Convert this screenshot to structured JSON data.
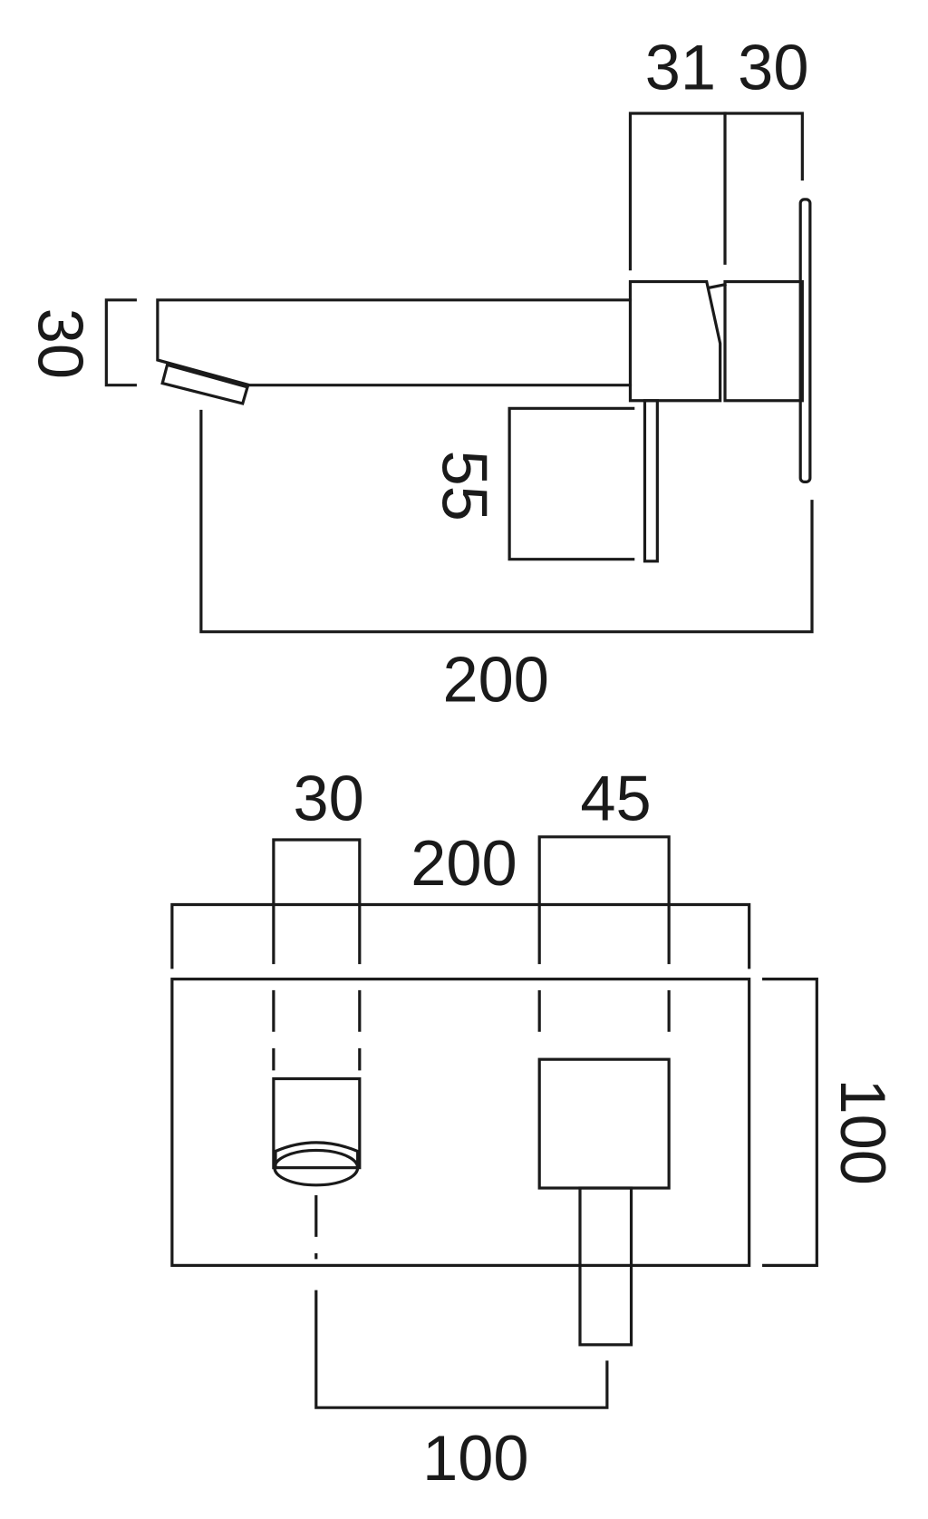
{
  "side_view": {
    "dim_handle_depth": "31",
    "dim_body_depth": "30",
    "dim_spout_height": "30",
    "dim_lever_length": "55",
    "dim_projection": "200"
  },
  "front_view": {
    "dim_spout_width": "30",
    "dim_handle_width": "45",
    "dim_plate_width": "200",
    "dim_plate_height": "100",
    "dim_centres": "100"
  },
  "colors": {
    "line": "#1a1a1a",
    "background": "#ffffff"
  }
}
